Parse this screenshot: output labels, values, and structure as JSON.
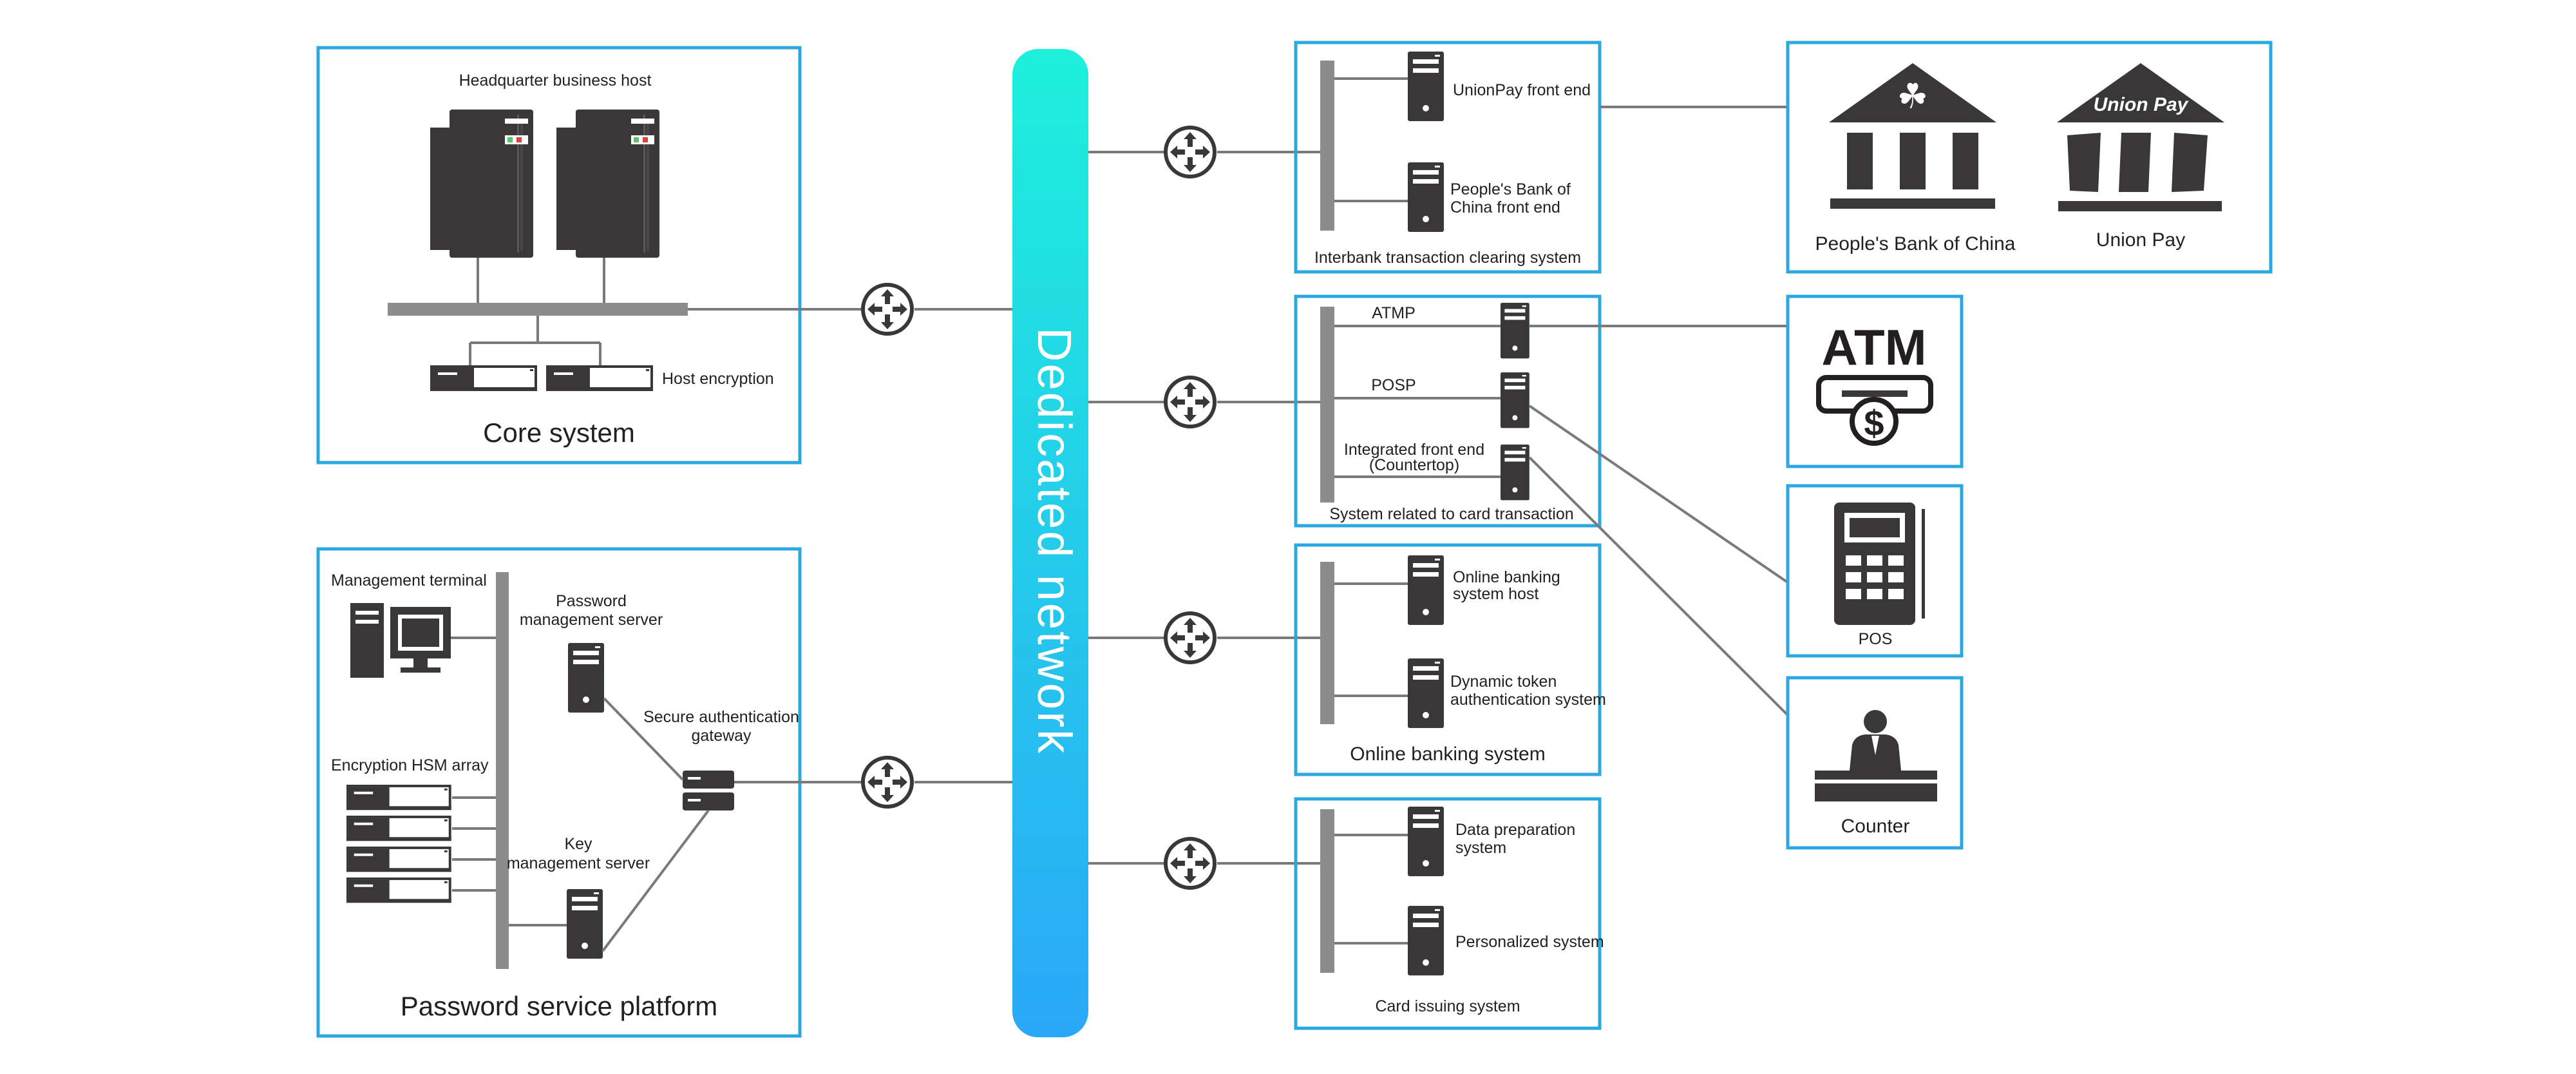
{
  "network": {
    "label": "Dedicated network"
  },
  "core": {
    "title": "Core system",
    "host_label": "Headquarter business host",
    "encryption_label": "Host encryption"
  },
  "password": {
    "title": "Password service platform",
    "terminal_label": "Management terminal",
    "hsm_label": "Encryption HSM array",
    "pwd_server_label": [
      "Password",
      "management server"
    ],
    "gateway_label": [
      "Secure authentication",
      "gateway"
    ],
    "key_server_label": [
      "Key",
      "management server"
    ]
  },
  "interbank": {
    "title": "Interbank transaction clearing system",
    "unionpay_front": "UnionPay front end",
    "pboc_front": [
      "People's Bank of",
      "China front end"
    ]
  },
  "card": {
    "title": "System related to card transaction",
    "atmp": "ATMP",
    "posp": "POSP",
    "integrated": [
      "Integrated front end",
      "(Countertop)"
    ]
  },
  "online": {
    "title": "Online banking system",
    "host": [
      "Online banking",
      "system host"
    ],
    "token": [
      "Dynamic token",
      "authentication system"
    ]
  },
  "issuing": {
    "title": "Card issuing system",
    "prep": [
      "Data preparation",
      "system"
    ],
    "personalized": "Personalized system"
  },
  "banks": {
    "pboc": "People's Bank of China",
    "unionpay": "Union Pay",
    "unionpay_logo": "Union Pay"
  },
  "terminals": {
    "atm_logo": "ATM",
    "pos": "POS",
    "counter": "Counter"
  },
  "colors": {
    "accent_border": "#29a9e0",
    "network_top": "#1ef0dc",
    "network_bottom": "#2aa8f8",
    "device_dark": "#3a3738"
  }
}
